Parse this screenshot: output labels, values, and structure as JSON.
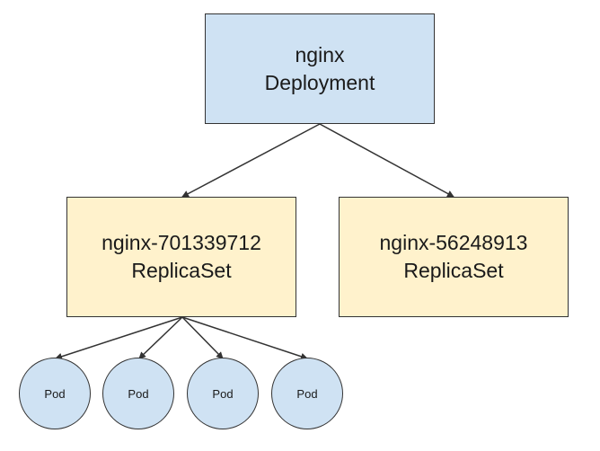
{
  "colors": {
    "deployment_fill": "#cfe2f3",
    "replicaset_fill": "#fff2cc",
    "pod_fill": "#cfe2f3",
    "stroke": "#333333"
  },
  "deployment": {
    "name": "nginx",
    "kind": "Deployment"
  },
  "replicasets": [
    {
      "name": "nginx-701339712",
      "kind": "ReplicaSet"
    },
    {
      "name": "nginx-56248913",
      "kind": "ReplicaSet"
    }
  ],
  "pods": [
    {
      "label": "Pod"
    },
    {
      "label": "Pod"
    },
    {
      "label": "Pod"
    },
    {
      "label": "Pod"
    }
  ]
}
